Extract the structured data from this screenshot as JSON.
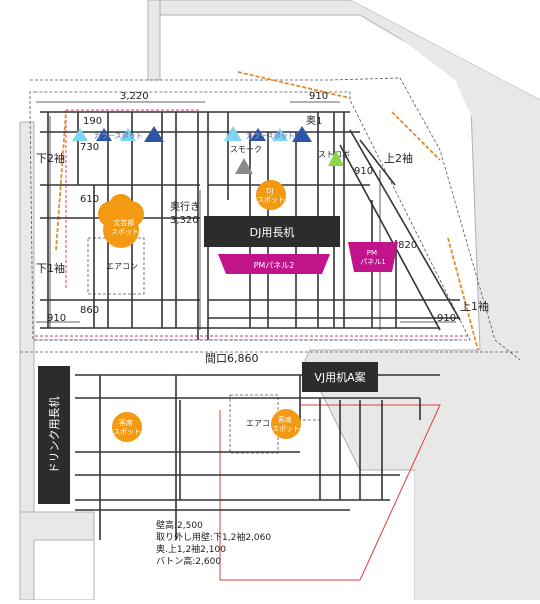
{
  "dimensions": {
    "width_top": "3,220",
    "width_top_right": "910",
    "left_spot_y": "730",
    "left_mid_y": "610",
    "left_bottom": "860",
    "bottom_left": "910",
    "bottom_right": "910",
    "right_top": "910",
    "right_mid": ",820",
    "depth": "奥行き\n3,320",
    "top_small": "190",
    "center_top": "奥1"
  },
  "zones": {
    "left_2": "下2袖",
    "left_1": "下1袖",
    "right_2": "上2袖",
    "right_1": "上1袖"
  },
  "lights": {
    "color_spot_1": "カラースポット",
    "color_spot_2": "カラースポット",
    "smoke": "スモーク",
    "strobe": "ストロボ"
  },
  "spots": {
    "bunpo": "文芸部\nスポット",
    "dj": "DJ\nスポット",
    "shokyaku_1": "客席\nスポット",
    "shokyaku_2": "客席\nスポット"
  },
  "equipment": {
    "dj_table": "DJ用長机",
    "pm_panel_2": "PMパネル2",
    "pm_panel_1": "PM\nパネル1",
    "aircon_1": "エアコン",
    "aircon_2": "エアコ",
    "vj_table": "VJ用机A案",
    "drink_table": "ドリンク用長机"
  },
  "frontage": "間口6,860",
  "notes": [
    "壁高:2,500",
    "取り外し用壁:下1,2袖2,060",
    "奥.上1,2袖2,100",
    "バトン高:2,600"
  ],
  "colors": {
    "spot_orange": "#f39a12",
    "magenta": "#c1148a",
    "dark": "#2c2c2c",
    "light_blue": "#7fd4f0",
    "blue": "#2d55a6",
    "green": "#8dd54a",
    "grey_wall": "#e8e8e8",
    "red_line": "#e23c3c",
    "pink_dash": "#e25a9a",
    "orange_dash": "#e88a2a"
  }
}
